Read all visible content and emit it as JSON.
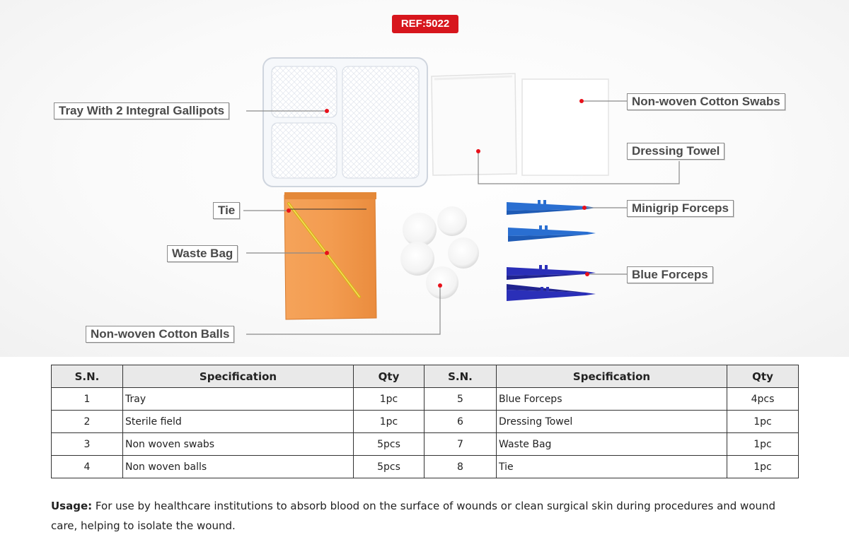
{
  "ref_badge": "REF:5022",
  "callouts": {
    "tray": "Tray With 2 Integral Gallipots",
    "swabs": "Non-woven Cotton Swabs",
    "dressing_towel": "Dressing Towel",
    "tie": "Tie",
    "minigrip": "Minigrip Forceps",
    "waste_bag": "Waste Bag",
    "blue_forceps": "Blue Forceps",
    "cotton_balls": "Non-woven Cotton Balls"
  },
  "table": {
    "headers": [
      "S.N.",
      "Specification",
      "Qty",
      "S.N.",
      "Specification",
      "Qty"
    ],
    "rows": [
      [
        "1",
        "Tray",
        "1pc",
        "5",
        "Blue Forceps",
        "4pcs"
      ],
      [
        "2",
        "Sterile field",
        "1pc",
        "6",
        "Dressing Towel",
        "1pc"
      ],
      [
        "3",
        "Non woven swabs",
        "5pcs",
        "7",
        "Waste Bag",
        "1pc"
      ],
      [
        "4",
        "Non woven balls",
        "5pcs",
        "8",
        "Tie",
        "1pc"
      ]
    ]
  },
  "usage": {
    "label": "Usage:",
    "text": "For use by healthcare institutions to absorb blood on the surface of wounds or clean surgical skin during procedures and wound care, helping to isolate the wound."
  },
  "colors": {
    "badge": "#d7161d",
    "waste_bag": "#f29a4a",
    "minigrip_forceps": "#2a6fd1",
    "blue_forceps": "#2a2fb8",
    "pointer_dot": "#e8101a"
  }
}
